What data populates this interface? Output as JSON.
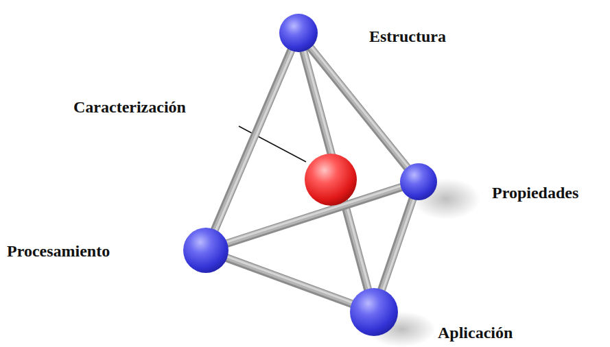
{
  "diagram": {
    "nodes": [
      {
        "text": [
          "Estructura"
        ]
      },
      {
        "text": [
          "Caracterización"
        ]
      },
      {
        "text": [
          "Propiedades"
        ]
      },
      {
        "text": [
          "Procesamiento"
        ]
      },
      {
        "text": [
          "Aplicación"
        ]
      }
    ],
    "edges": [
      {
        "from": 0,
        "to": 3,
        "arrow": "none"
      },
      {
        "from": 0,
        "to": 4,
        "arrow": "none"
      },
      {
        "from": 0,
        "to": 2,
        "arrow": "none"
      },
      {
        "from": 3,
        "to": 2,
        "arrow": "none"
      },
      {
        "from": 3,
        "to": 4,
        "arrow": "none"
      },
      {
        "from": 2,
        "to": 4,
        "arrow": "none"
      }
    ]
  }
}
